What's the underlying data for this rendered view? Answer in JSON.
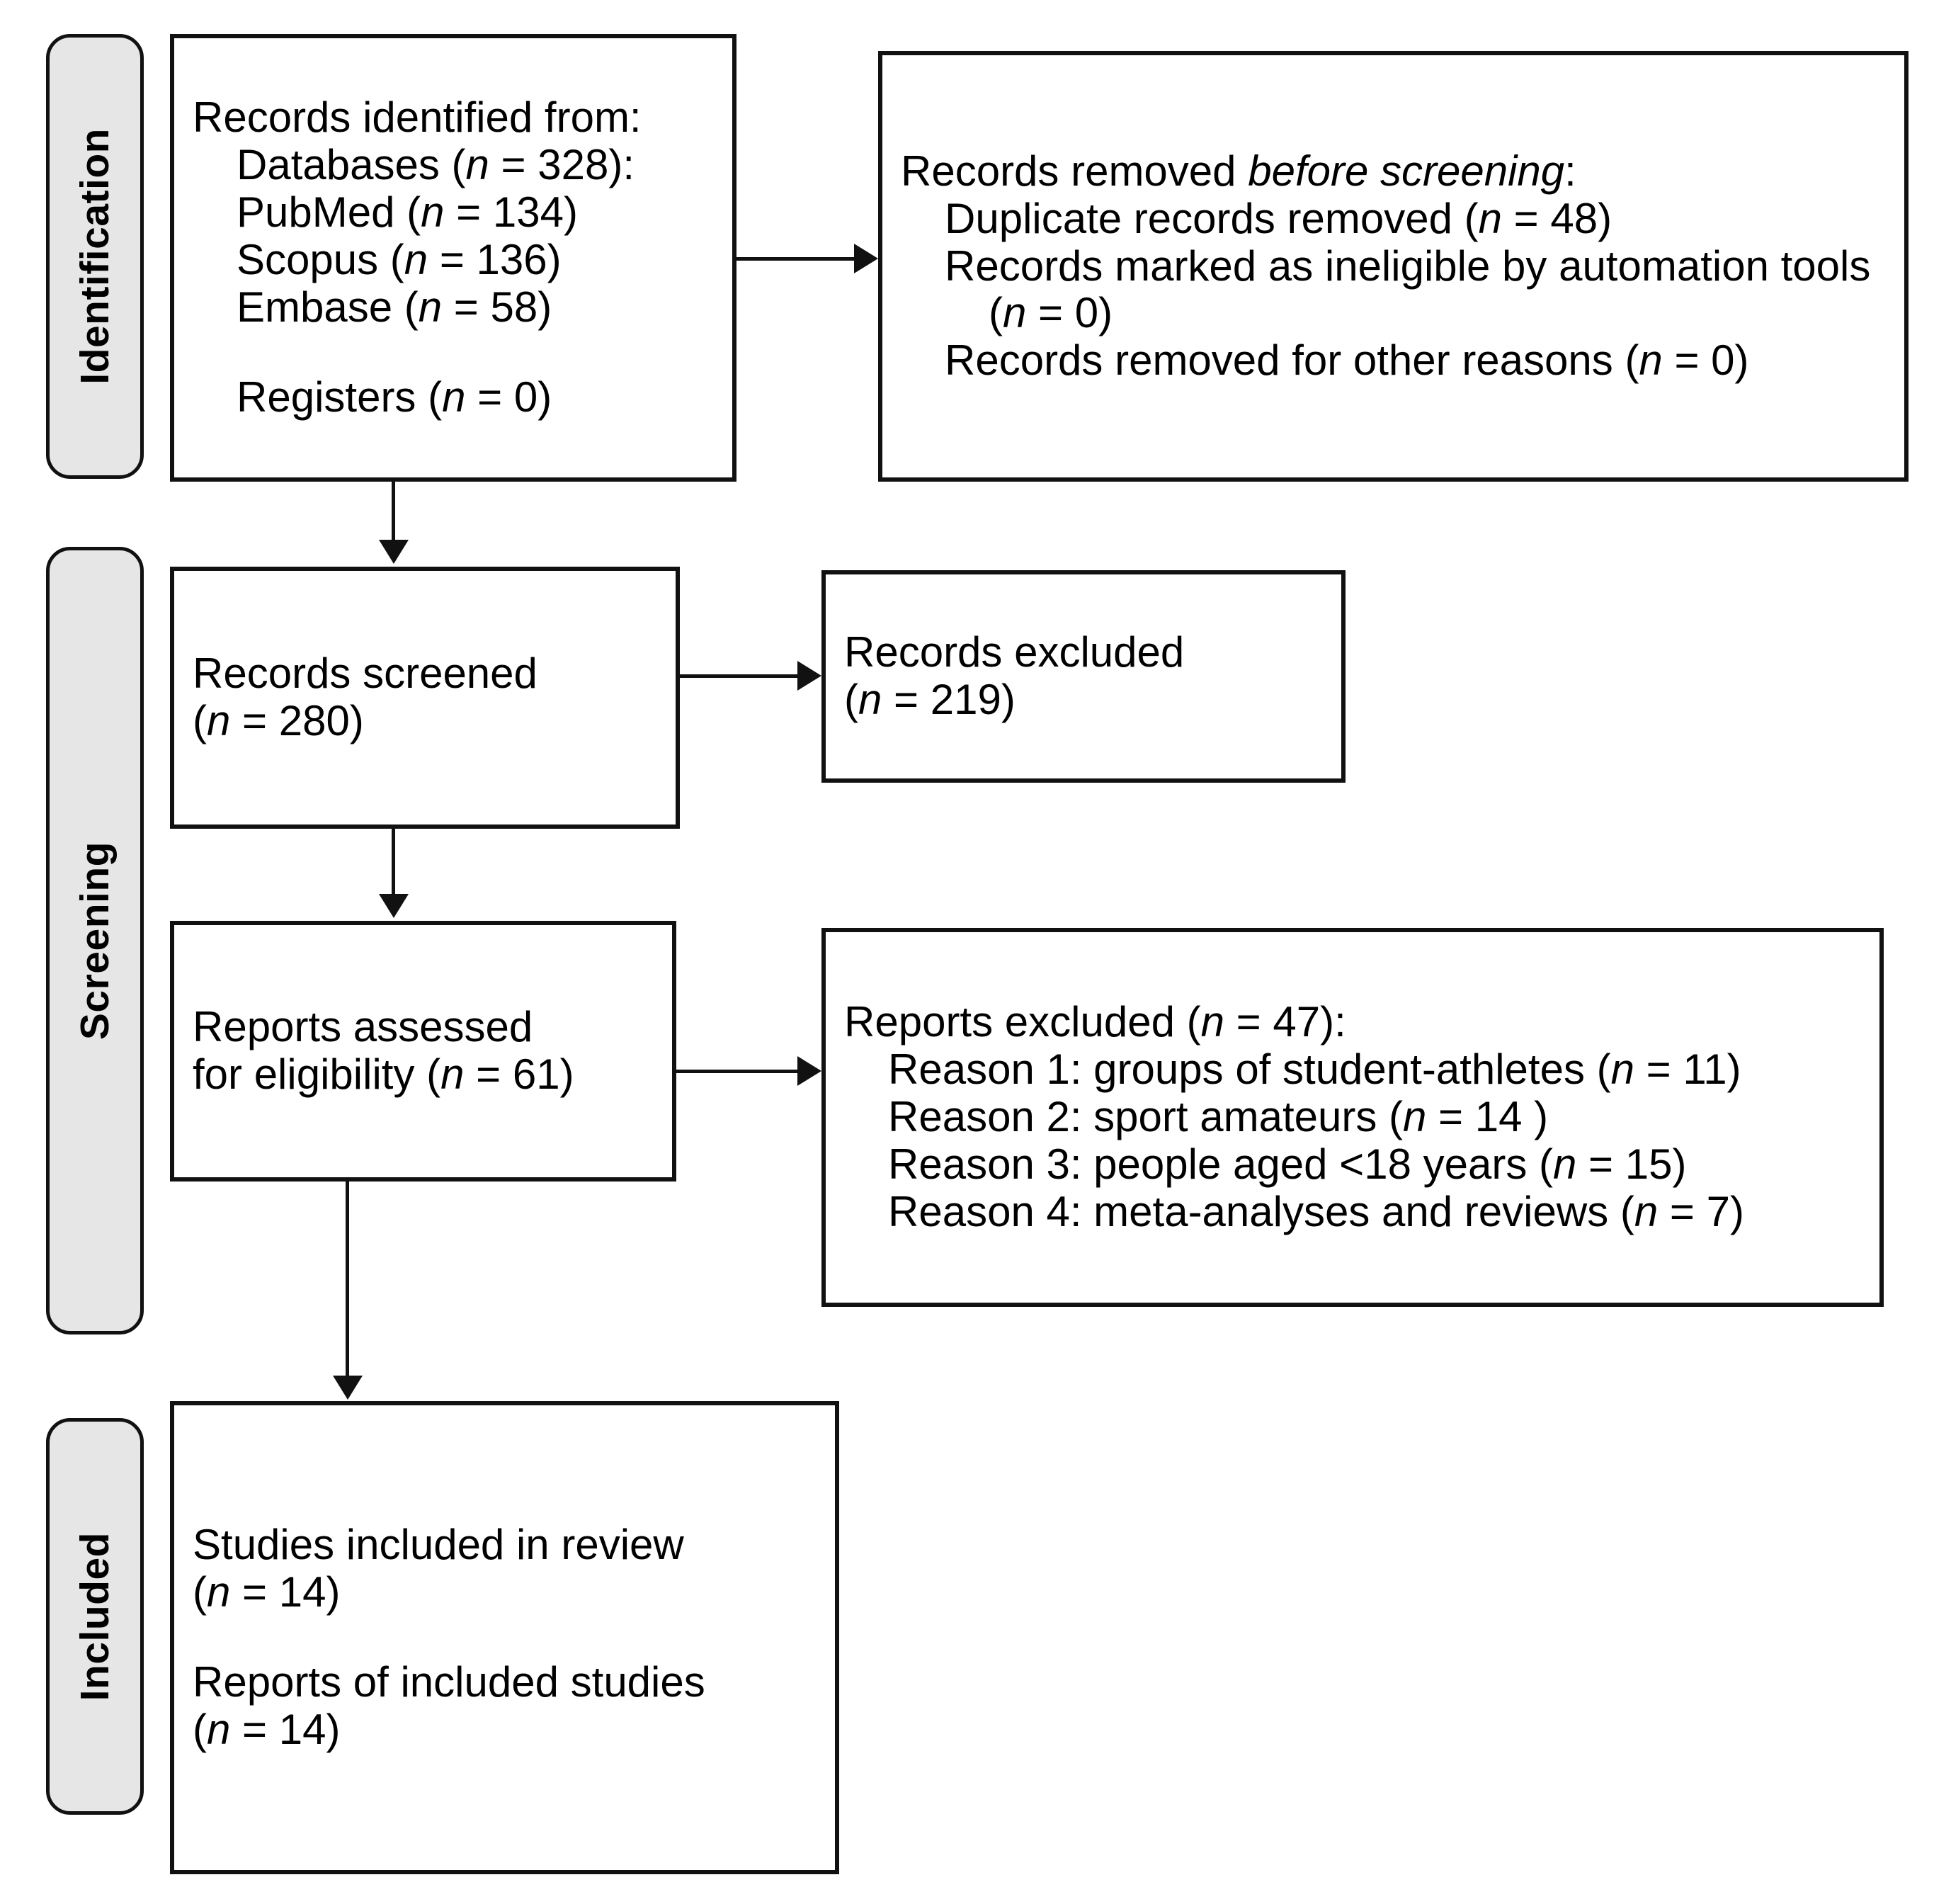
{
  "diagram": {
    "type": "PRISMA 2020 flow diagram",
    "stages": [
      {
        "id": "identification",
        "label": "Identification"
      },
      {
        "id": "screening",
        "label": "Screening"
      },
      {
        "id": "included",
        "label": "Included"
      }
    ]
  },
  "boxes": {
    "records_identified": {
      "title": "Records identified from:",
      "databases_label": "Databases (",
      "databases_n_italic": "n",
      "databases_n_value": " = 328):",
      "sources": [
        {
          "name": "PubMed (",
          "n_italic": "n",
          "n_value": " = 134)"
        },
        {
          "name": "Scopus (",
          "n_italic": "n",
          "n_value": " = 136)"
        },
        {
          "name": "Embase (",
          "n_italic": "n",
          "n_value": " = 58)"
        }
      ],
      "registers_label": "Registers (",
      "registers_n_italic": "n",
      "registers_n_value": " = 0)"
    },
    "records_removed": {
      "title_plain": "Records removed ",
      "title_italic": "before screening",
      "title_suffix": ":",
      "items": [
        {
          "text": "Duplicate records removed  (",
          "n_italic": "n",
          "n_value": " = 48)"
        },
        {
          "text": "Records marked as ineligible by automation tools (",
          "n_italic": "n",
          "n_value": " = 0)"
        },
        {
          "text": "Records removed for other reasons (",
          "n_italic": "n",
          "n_value": " = 0)"
        }
      ]
    },
    "records_screened": {
      "title": "Records screened",
      "count_prefix": "(",
      "count_italic": "n",
      "count_value": " = 280)"
    },
    "records_excluded": {
      "title": "Records excluded",
      "count_prefix": "(",
      "count_italic": "n",
      "count_value": " = 219)"
    },
    "reports_assessed": {
      "line1": "Reports assessed",
      "line2_prefix": "for eligibility (",
      "line2_italic": "n",
      "line2_value": " = 61)"
    },
    "reports_excluded": {
      "title_prefix": "Reports excluded (",
      "title_italic": "n",
      "title_value": " = 47):",
      "reasons": [
        {
          "text": "Reason 1: groups of student-athletes (",
          "n_italic": "n",
          "n_value": " = 11)"
        },
        {
          "text": "Reason 2: sport amateurs (",
          "n_italic": "n",
          "n_value": " = 14 )"
        },
        {
          "text": "Reason 3: people aged <18 years (",
          "n_italic": "n",
          "n_value": " = 15)"
        },
        {
          "text": "Reason 4: meta-analyses and reviews (",
          "n_italic": "n",
          "n_value": " = 7)"
        }
      ]
    },
    "studies_included": {
      "line1": "Studies included in review",
      "line1_count_prefix": "(",
      "line1_count_italic": "n",
      "line1_count_value": " = 14)",
      "line2": "Reports of included studies",
      "line2_count_prefix": "(",
      "line2_count_italic": "n",
      "line2_count_value": " = 14)"
    }
  },
  "colors": {
    "stage_fill": "#e6e6e6",
    "stroke": "#111111",
    "box_fill": "#ffffff",
    "text": "#000000"
  }
}
